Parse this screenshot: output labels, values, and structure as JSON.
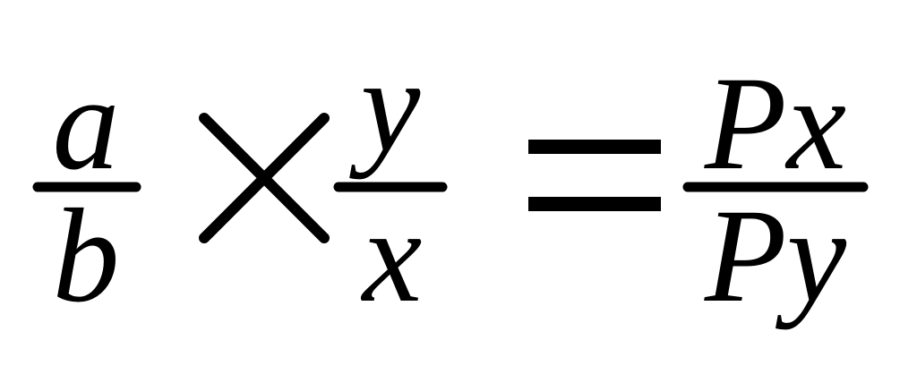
{
  "equation": {
    "left_fraction": {
      "numerator": "a",
      "denominator": "b"
    },
    "middle_fraction": {
      "numerator": "y",
      "denominator": "x"
    },
    "right_fraction": {
      "numerator": "Px",
      "denominator": "Py"
    },
    "operator_times": "×",
    "operator_equals": "="
  },
  "colors": {
    "ink": "#000000",
    "background": "#ffffff"
  }
}
